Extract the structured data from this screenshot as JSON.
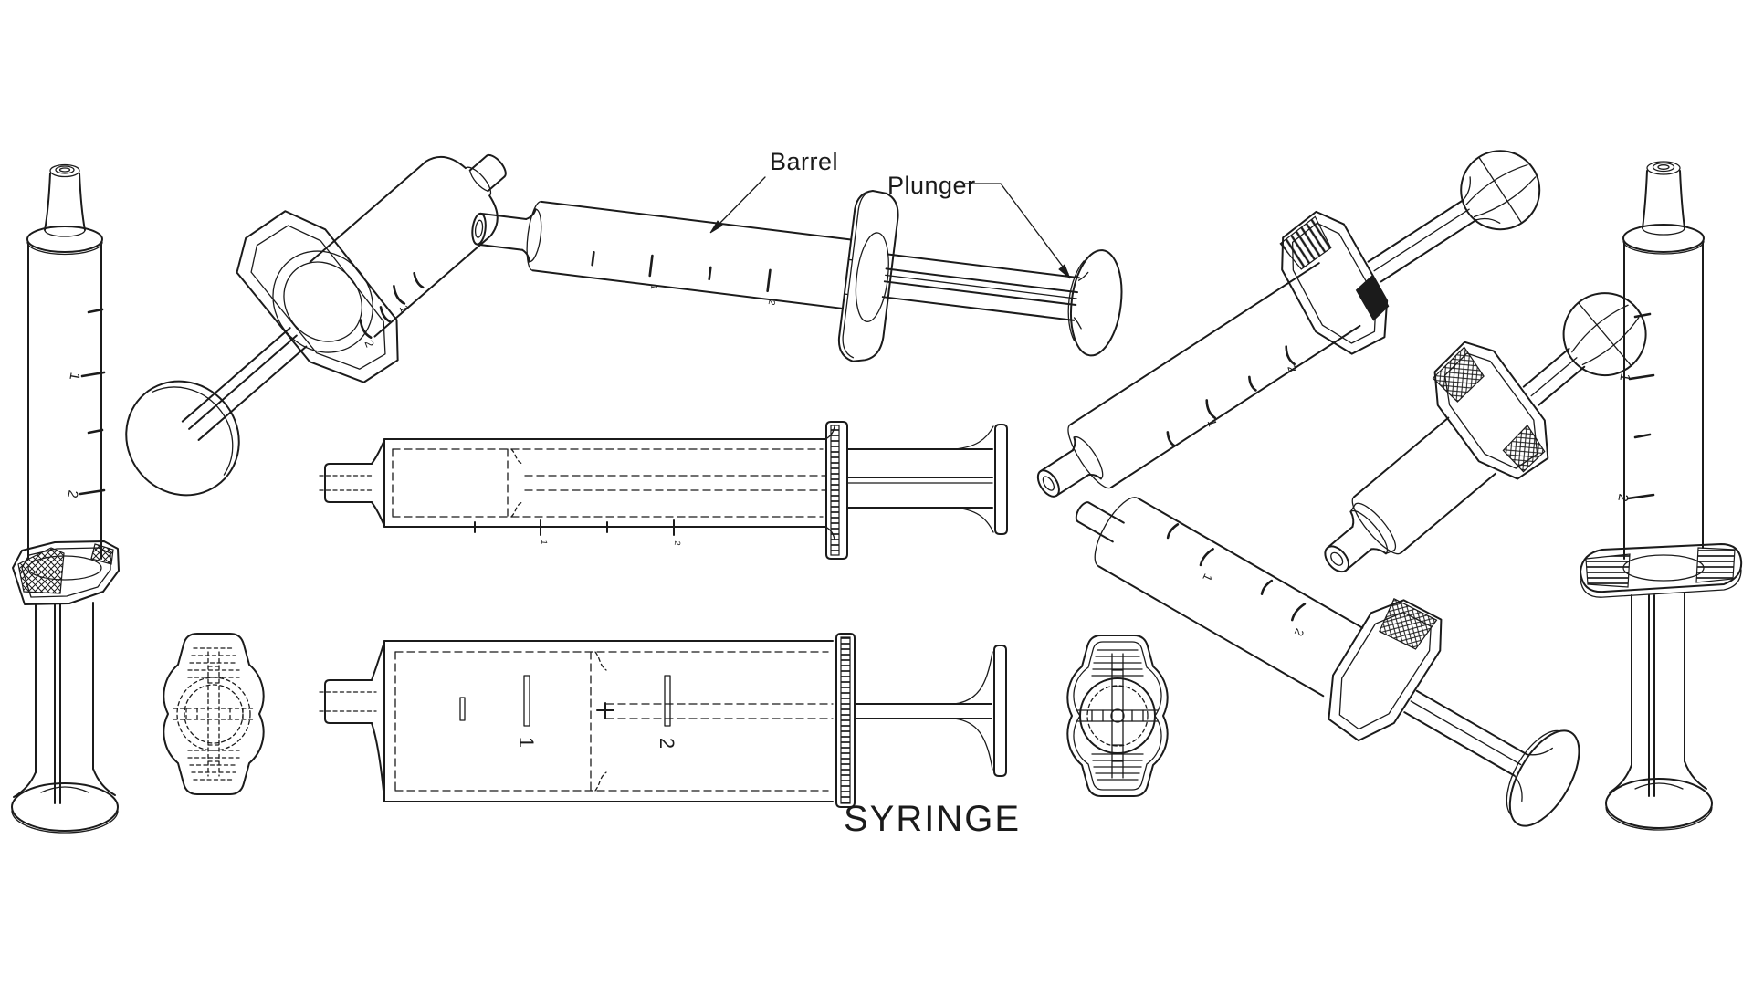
{
  "drawing": {
    "title": "SYRINGE",
    "callouts": {
      "barrel": "Barrel",
      "plunger": "Plunger"
    },
    "graduations": {
      "one": "1",
      "two": "2"
    },
    "colors": {
      "line": "#1b1b1b",
      "background": "#ffffff"
    }
  }
}
